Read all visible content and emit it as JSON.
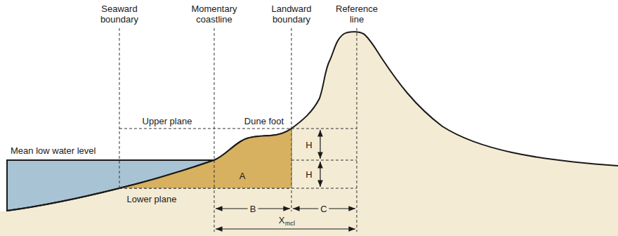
{
  "diagram": {
    "nodes": [
      {
        "text": [
          "A"
        ]
      }
    ],
    "labels": [
      "Seaward boundary",
      "Momentary coastline",
      "Landward boundary",
      "Reference line",
      "Upper plane",
      "Dune foot",
      "Mean low water level",
      "H",
      "H",
      "Lower plane",
      "B",
      "C",
      "X",
      "mcl"
    ]
  }
}
